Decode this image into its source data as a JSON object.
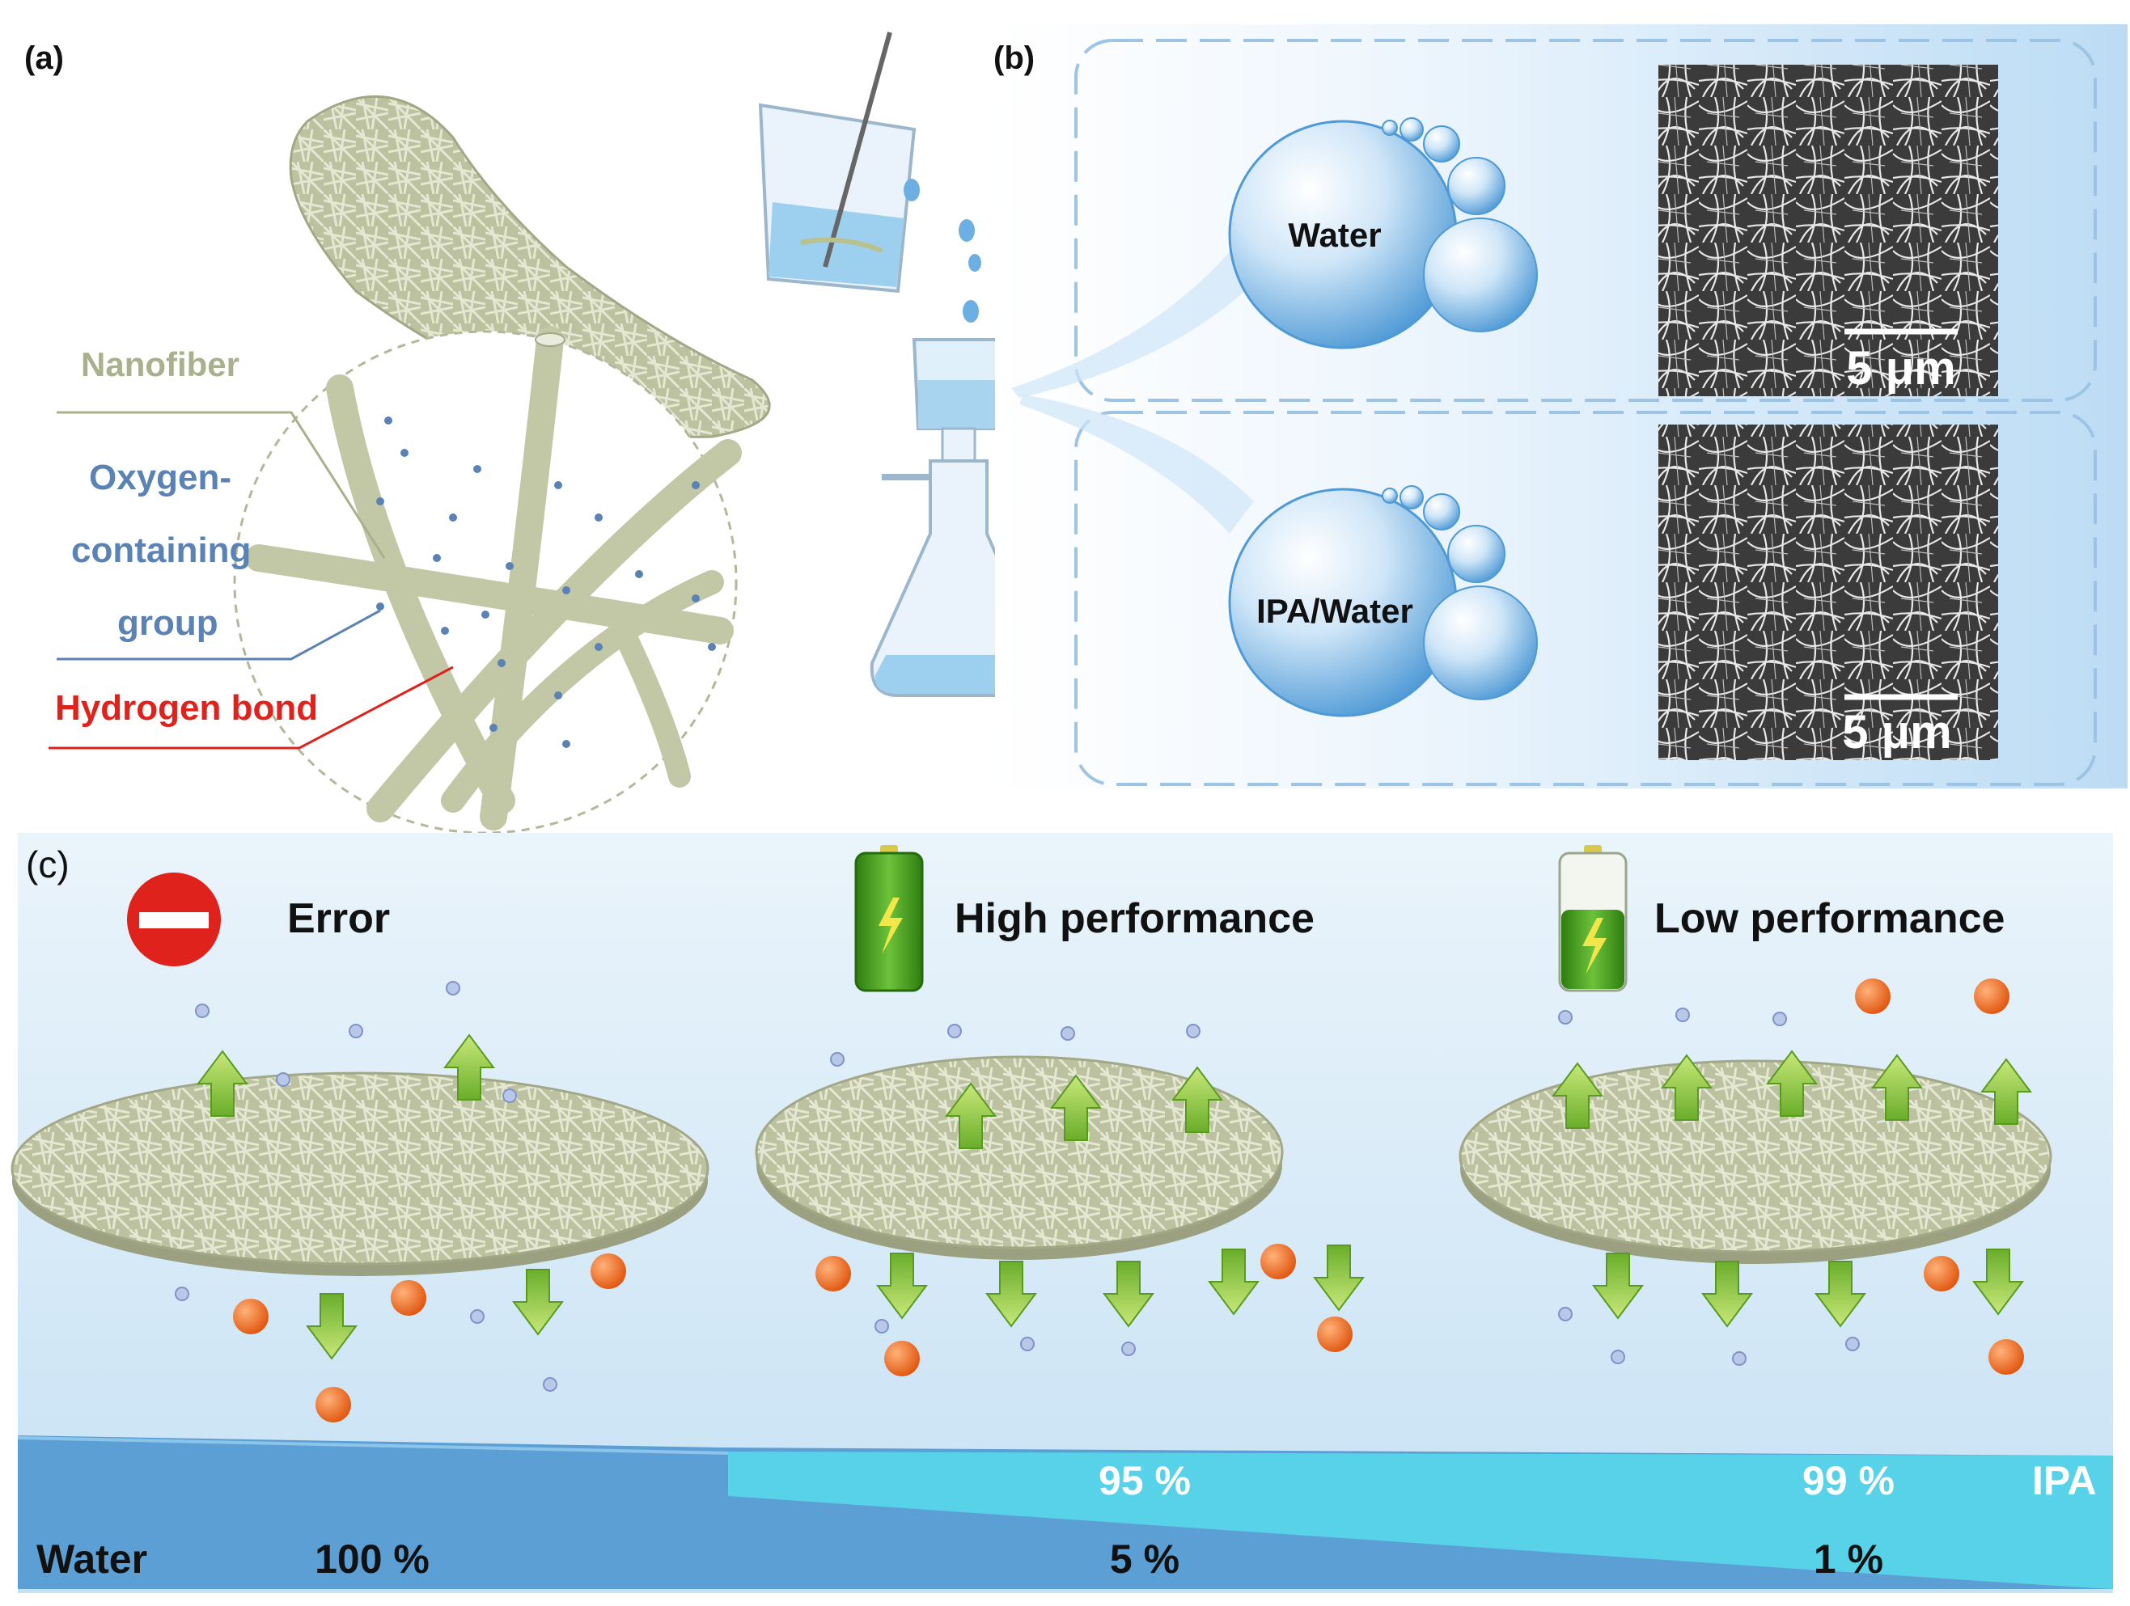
{
  "panel_a": {
    "label": "(a)",
    "legend": {
      "nanofiber": "Nanofiber",
      "oxygen_line1": "Oxygen-",
      "oxygen_line2": "containing",
      "oxygen_line3": "group",
      "hydrogen_bond": "Hydrogen bond"
    }
  },
  "panel_b": {
    "label": "(b)",
    "rows": [
      {
        "solvent": "Water",
        "scale_bar": "5 μm"
      },
      {
        "solvent": "IPA/Water",
        "scale_bar": "5 μm"
      }
    ]
  },
  "panel_c": {
    "label": "(c)",
    "states": [
      {
        "label": "Error",
        "icon": "no-entry-icon",
        "status_color": "#e0221c"
      },
      {
        "label": "High performance",
        "icon": "full-battery-icon",
        "status_color": "#3a9a1a"
      },
      {
        "label": "Low performance",
        "icon": "half-battery-icon",
        "status_color": "#3a9a1a"
      }
    ],
    "gradient": {
      "ipa_label": "IPA",
      "water_label": "Water",
      "ipa_values": [
        "95 %",
        "99 %"
      ],
      "water_values": [
        "100 %",
        "5 %",
        "1 %"
      ]
    }
  },
  "colors": {
    "fiber": "#c2c8a6",
    "oxygen_text": "#5a82b4",
    "hydrogen_text": "#e0221c",
    "nanofiber_text": "#a8b08c",
    "water_bar": "#5b9fd4",
    "ipa_bar": "#58d2e8",
    "arrow_green": "#8cc63f",
    "particle_orange": "#ef6a1e"
  }
}
